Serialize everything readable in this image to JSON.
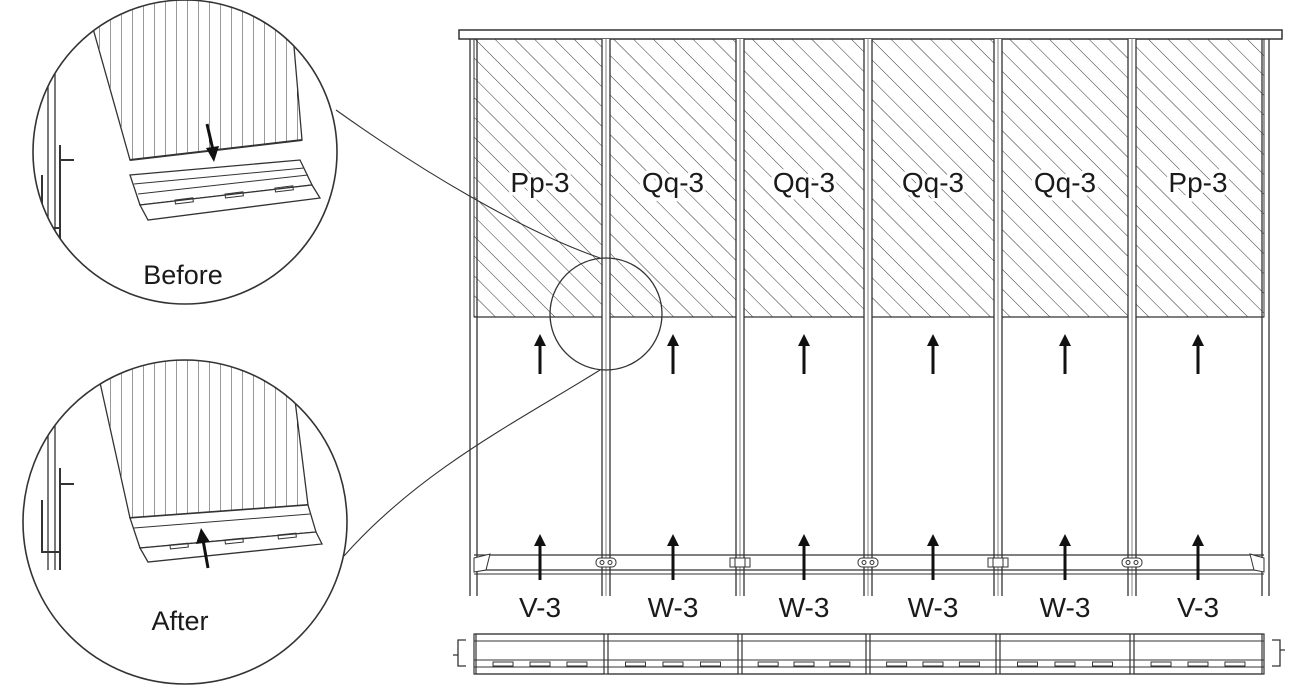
{
  "before_view": {
    "caption": "Before"
  },
  "after_view": {
    "caption": "After"
  },
  "upper_panels": [
    {
      "label": "Pp-3"
    },
    {
      "label": "Qq-3"
    },
    {
      "label": "Qq-3"
    },
    {
      "label": "Qq-3"
    },
    {
      "label": "Qq-3"
    },
    {
      "label": "Pp-3"
    }
  ],
  "lower_panels": [
    {
      "label": "V-3"
    },
    {
      "label": "W-3"
    },
    {
      "label": "W-3"
    },
    {
      "label": "W-3"
    },
    {
      "label": "W-3"
    },
    {
      "label": "V-3"
    }
  ]
}
